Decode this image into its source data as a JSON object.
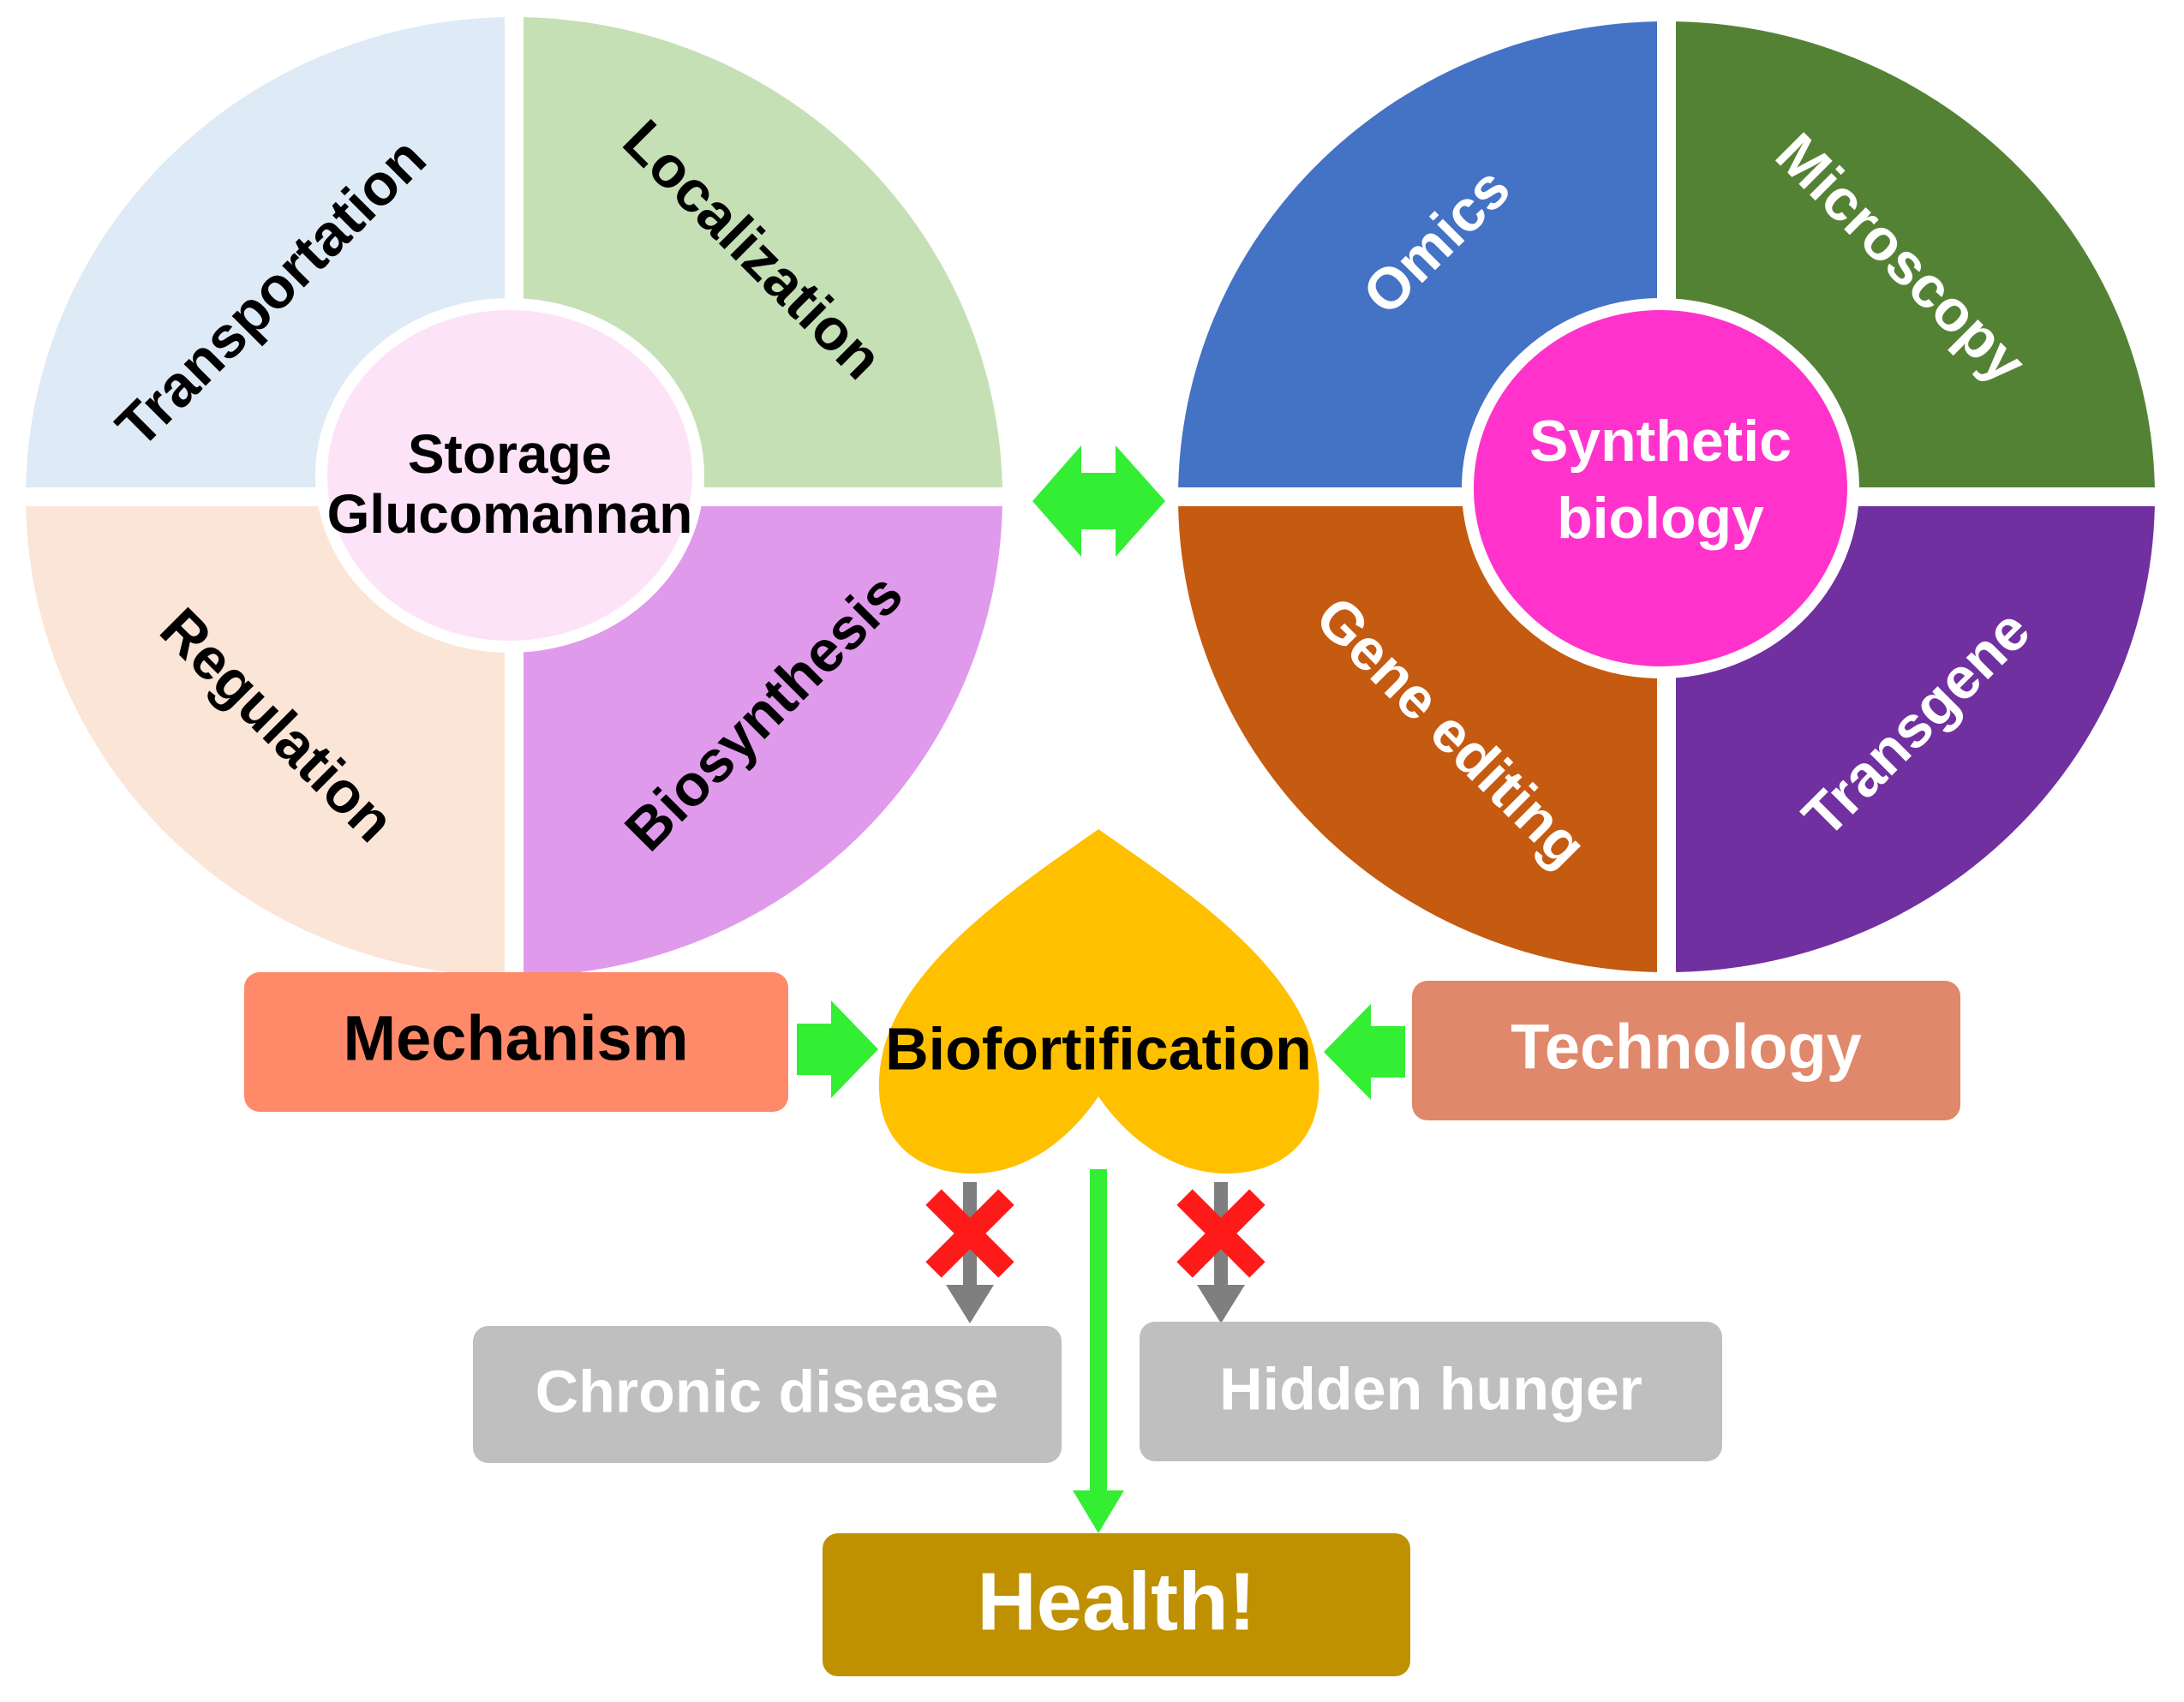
{
  "mechanism_wheel": {
    "center": [
      "Storage",
      "Glucomannan"
    ],
    "segments": {
      "top_left": "Transportation",
      "top_right": "Localization",
      "bottom_left": "Regulation",
      "bottom_right": "Biosynthesis"
    }
  },
  "technology_wheel": {
    "center": [
      "Synthetic",
      "biology"
    ],
    "segments": {
      "top_left": "Omics",
      "top_right": "Microscopy",
      "bottom_left": "Gene editing",
      "bottom_right": "Transgene"
    }
  },
  "boxes": {
    "mechanism": "Mechanism",
    "technology": "Technology",
    "biofortification": "Biofortification",
    "chronic_disease": "Chronic disease",
    "hidden_hunger": "Hidden hunger",
    "health": "Health!"
  },
  "colors": {
    "transportation": "#deeaf6",
    "localization": "#c5e0b4",
    "regulation": "#fbe5d6",
    "biosynthesis": "#e09aec",
    "storage_center": "#fde3f7",
    "omics": "#4472c4",
    "microscopy": "#548235",
    "gene_editing": "#c55a11",
    "transgene": "#7030a0",
    "synthetic_center": "#ff33cc",
    "mechanism_box": "#ff8a6a",
    "technology_box": "#e0886b",
    "heart": "#ffc000",
    "gray_box": "#bfbfbf",
    "health_box": "#bf9000",
    "green_arrow": "#33ee33",
    "gray_arrow": "#7f7f7f",
    "red_cross": "#ff1a1a"
  }
}
